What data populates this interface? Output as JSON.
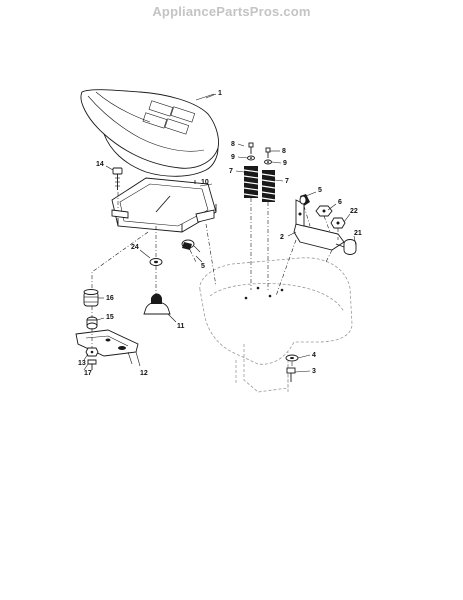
{
  "watermark": "AppliancePartsPros.com",
  "callouts": {
    "c1": "1",
    "c2": "2",
    "c3": "3",
    "c4": "4",
    "c5a": "5",
    "c5b": "5",
    "c6": "6",
    "c7a": "7",
    "c7b": "7",
    "c8a": "8",
    "c8b": "8",
    "c9a": "9",
    "c9b": "9",
    "c10": "10",
    "c11": "11",
    "c12": "12",
    "c13": "13",
    "c14": "14",
    "c15": "15",
    "c16": "16",
    "c17": "17",
    "c21": "21",
    "c22": "22",
    "c24": "24"
  }
}
